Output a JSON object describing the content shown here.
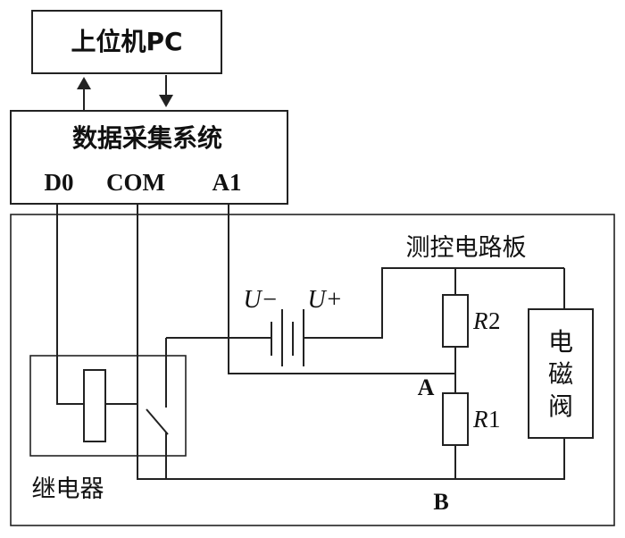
{
  "pc_label": "上位机PC",
  "daq": {
    "title": "数据采集系统",
    "ports": {
      "d0": "D0",
      "com": "COM",
      "a1": "A1"
    }
  },
  "board_label": "测控电路板",
  "battery": {
    "neg": "U−",
    "pos": "U+"
  },
  "resistors": {
    "r2": {
      "letter": "R",
      "index": "2"
    },
    "r1": {
      "letter": "R",
      "index": "1"
    }
  },
  "nodes": {
    "a": "A",
    "b": "B"
  },
  "solenoid_chars": [
    "电",
    "磁",
    "阀"
  ],
  "relay_label": "继电器"
}
